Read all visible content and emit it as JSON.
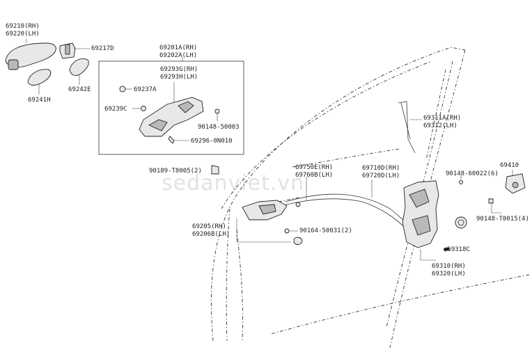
{
  "watermark": "sedanviet.vn",
  "labels": {
    "p69210": "69210(RH)",
    "p69220": "69220(LH)",
    "p69217D": "69217D",
    "p69241H": "69241H",
    "p69242E": "69242E",
    "p69201A": "69201A(RH)",
    "p69202A": "69202A(LH)",
    "p69293G": "69293G(RH)",
    "p69293H": "69293H(LH)",
    "p69237A": "69237A",
    "p69239C": "69239C",
    "p90148_50003": "90148-50003",
    "p69296": "69296-0N010",
    "p69311A": "69311A(RH)",
    "p69312": "69312(LH)",
    "p69410": "69410",
    "p90189": "90189-T8005(2)",
    "p69750E": "69750E(RH)",
    "p69760B": "69760B(LH)",
    "p69710D": "69710D(RH)",
    "p69720D": "69720D(LH)",
    "p90148_60022": "90148-60022(6)",
    "p90148_T0015": "90148-T0015(4)",
    "p69205": "69205(RH)",
    "p69206B": "69206B(LH)",
    "p90164": "90164-50031(2)",
    "p69318C": "●69318C",
    "p69310": "69310(RH)",
    "p69320": "69320(LH)"
  }
}
